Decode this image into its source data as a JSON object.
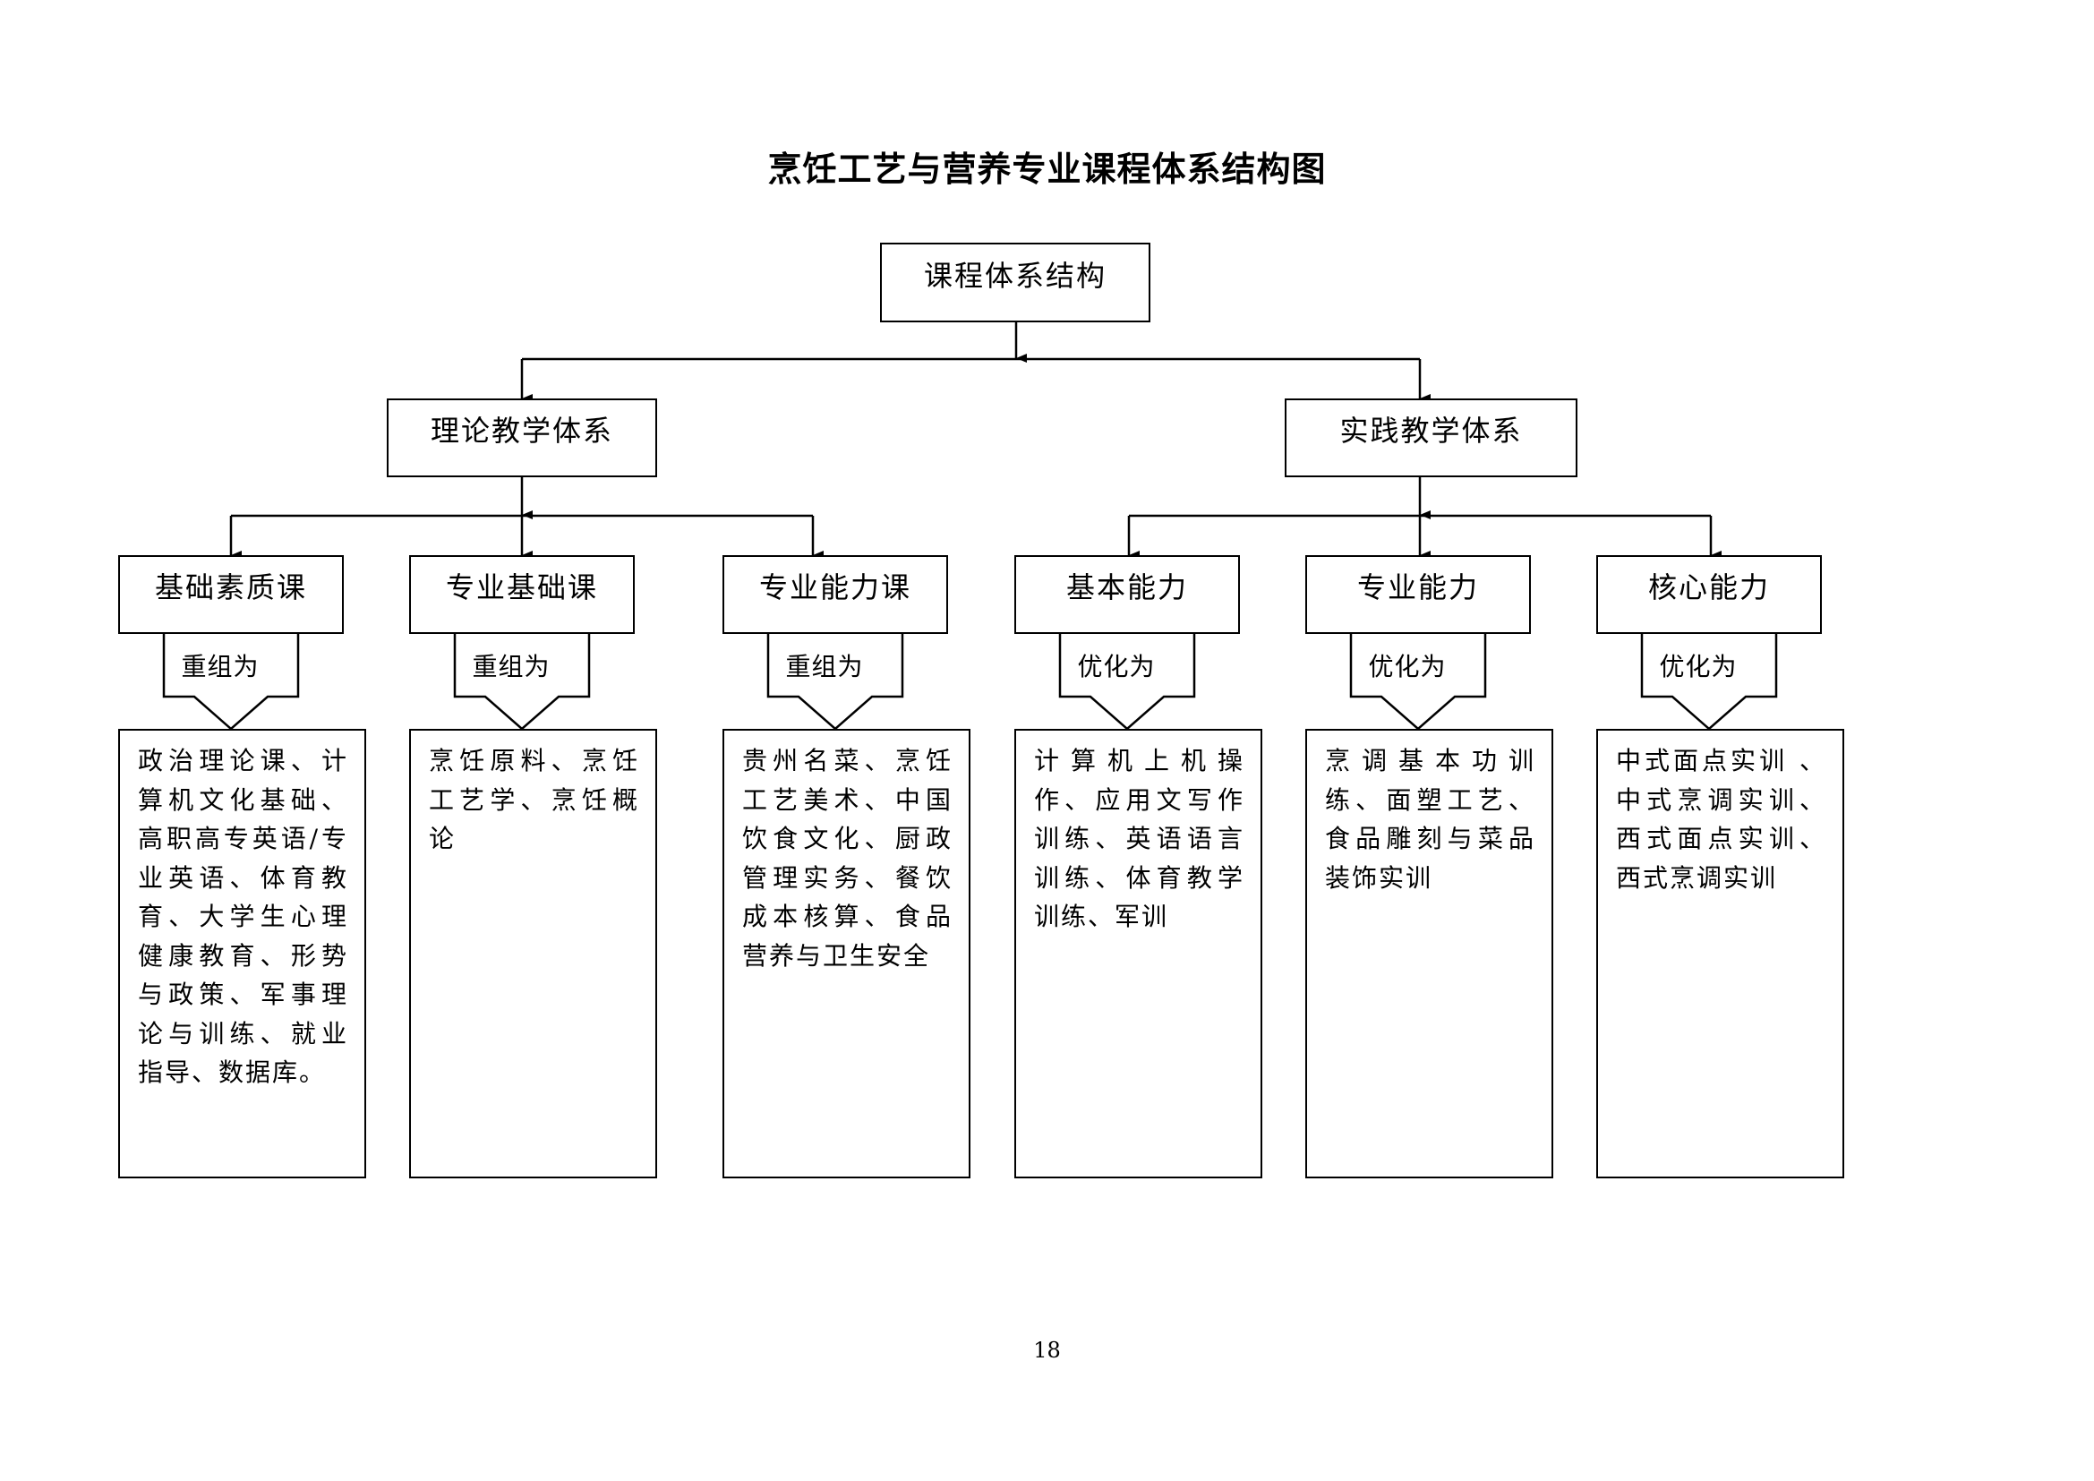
{
  "title": "烹饪工艺与营养专业课程体系结构图",
  "root": "课程体系结构",
  "branches": [
    {
      "label": "理论教学体系",
      "children": [
        {
          "label": "基础素质课",
          "tag": "重组为",
          "content": "政治理论课、计算机文化基础、高职高专英语/专业英语、体育教育、大学生心理健康教育、形势与政策、军事理论与训练、就业指导、数据库。"
        },
        {
          "label": "专业基础课",
          "tag": "重组为",
          "content": "烹饪原料、烹饪工艺学、烹饪概论"
        },
        {
          "label": "专业能力课",
          "tag": "重组为",
          "content": "贵州名菜、烹饪工艺美术、中国饮食文化、厨政管理实务、餐饮成本核算、食品营养与卫生安全"
        }
      ]
    },
    {
      "label": "实践教学体系",
      "children": [
        {
          "label": "基本能力",
          "tag": "优化为",
          "content": "计算机上机操作、应用文写作训练、英语语言训练、体育教学训练、军训"
        },
        {
          "label": "专业能力",
          "tag": "优化为",
          "content": "烹调基本功训练、面塑工艺、食品雕刻与菜品装饰实训"
        },
        {
          "label": "核心能力",
          "tag": "优化为",
          "content": "中式面点实训 、中式烹调实训、西式面点实训、西式烹调实训"
        }
      ]
    }
  ],
  "page_number": "18"
}
